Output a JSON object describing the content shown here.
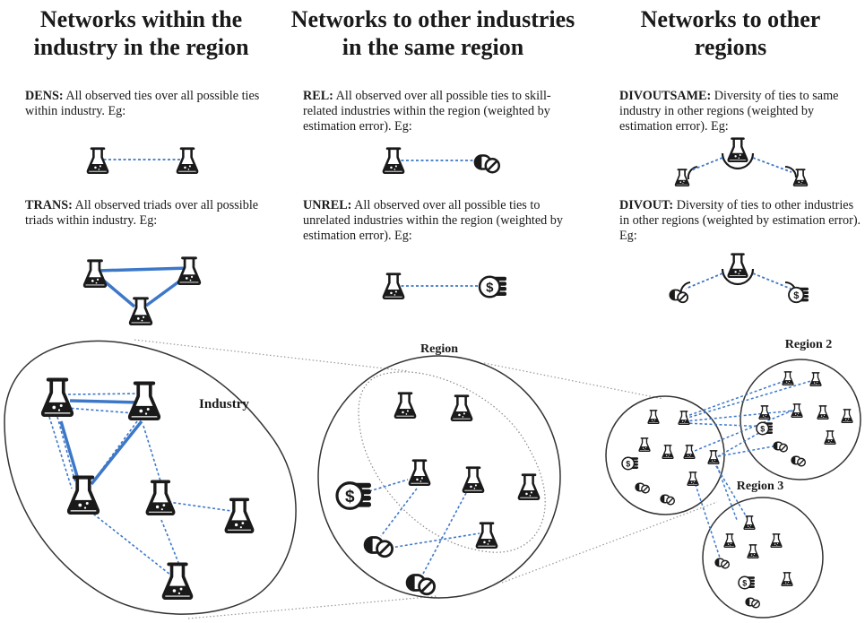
{
  "columns": [
    {
      "title_line1": "Networks within the",
      "title_line2": "industry in the region",
      "defs": [
        {
          "term": "DENS:",
          "text": " All observed ties over all possible ties within industry. Eg:"
        },
        {
          "term": "TRANS:",
          "text": " All observed triads over all possible triads within industry. Eg:"
        }
      ]
    },
    {
      "title_line1": "Networks to other industries",
      "title_line2": "in the same region",
      "defs": [
        {
          "term": "REL:",
          "text": " All observed over all possible ties to skill-related industries within the region (weighted by estimation error). Eg:"
        },
        {
          "term": "UNREL:",
          "text": " All observed over all possible ties to unrelated industries within the region (weighted by estimation error). Eg:"
        }
      ]
    },
    {
      "title_line1": "Networks to other",
      "title_line2": "regions",
      "defs": [
        {
          "term": "DIVOUTSAME:",
          "text": " Diversity of ties to same industry in other regions (weighted by estimation error). Eg:"
        },
        {
          "term": "DIVOUT:",
          "text": " Diversity of ties to other industries in other regions (weighted by estimation error). Eg:"
        }
      ]
    }
  ],
  "labels": {
    "industry": "Industry",
    "region": "Region",
    "region2": "Region 2",
    "region3": "Region 3"
  },
  "icons": {
    "flask": "flask-icon",
    "pill": "pill-icon",
    "coins": "coins-icon"
  },
  "colors": {
    "tie": "#3d78c8",
    "ink": "#1a1a1a",
    "outline": "#333333",
    "zoom": "#999999"
  }
}
